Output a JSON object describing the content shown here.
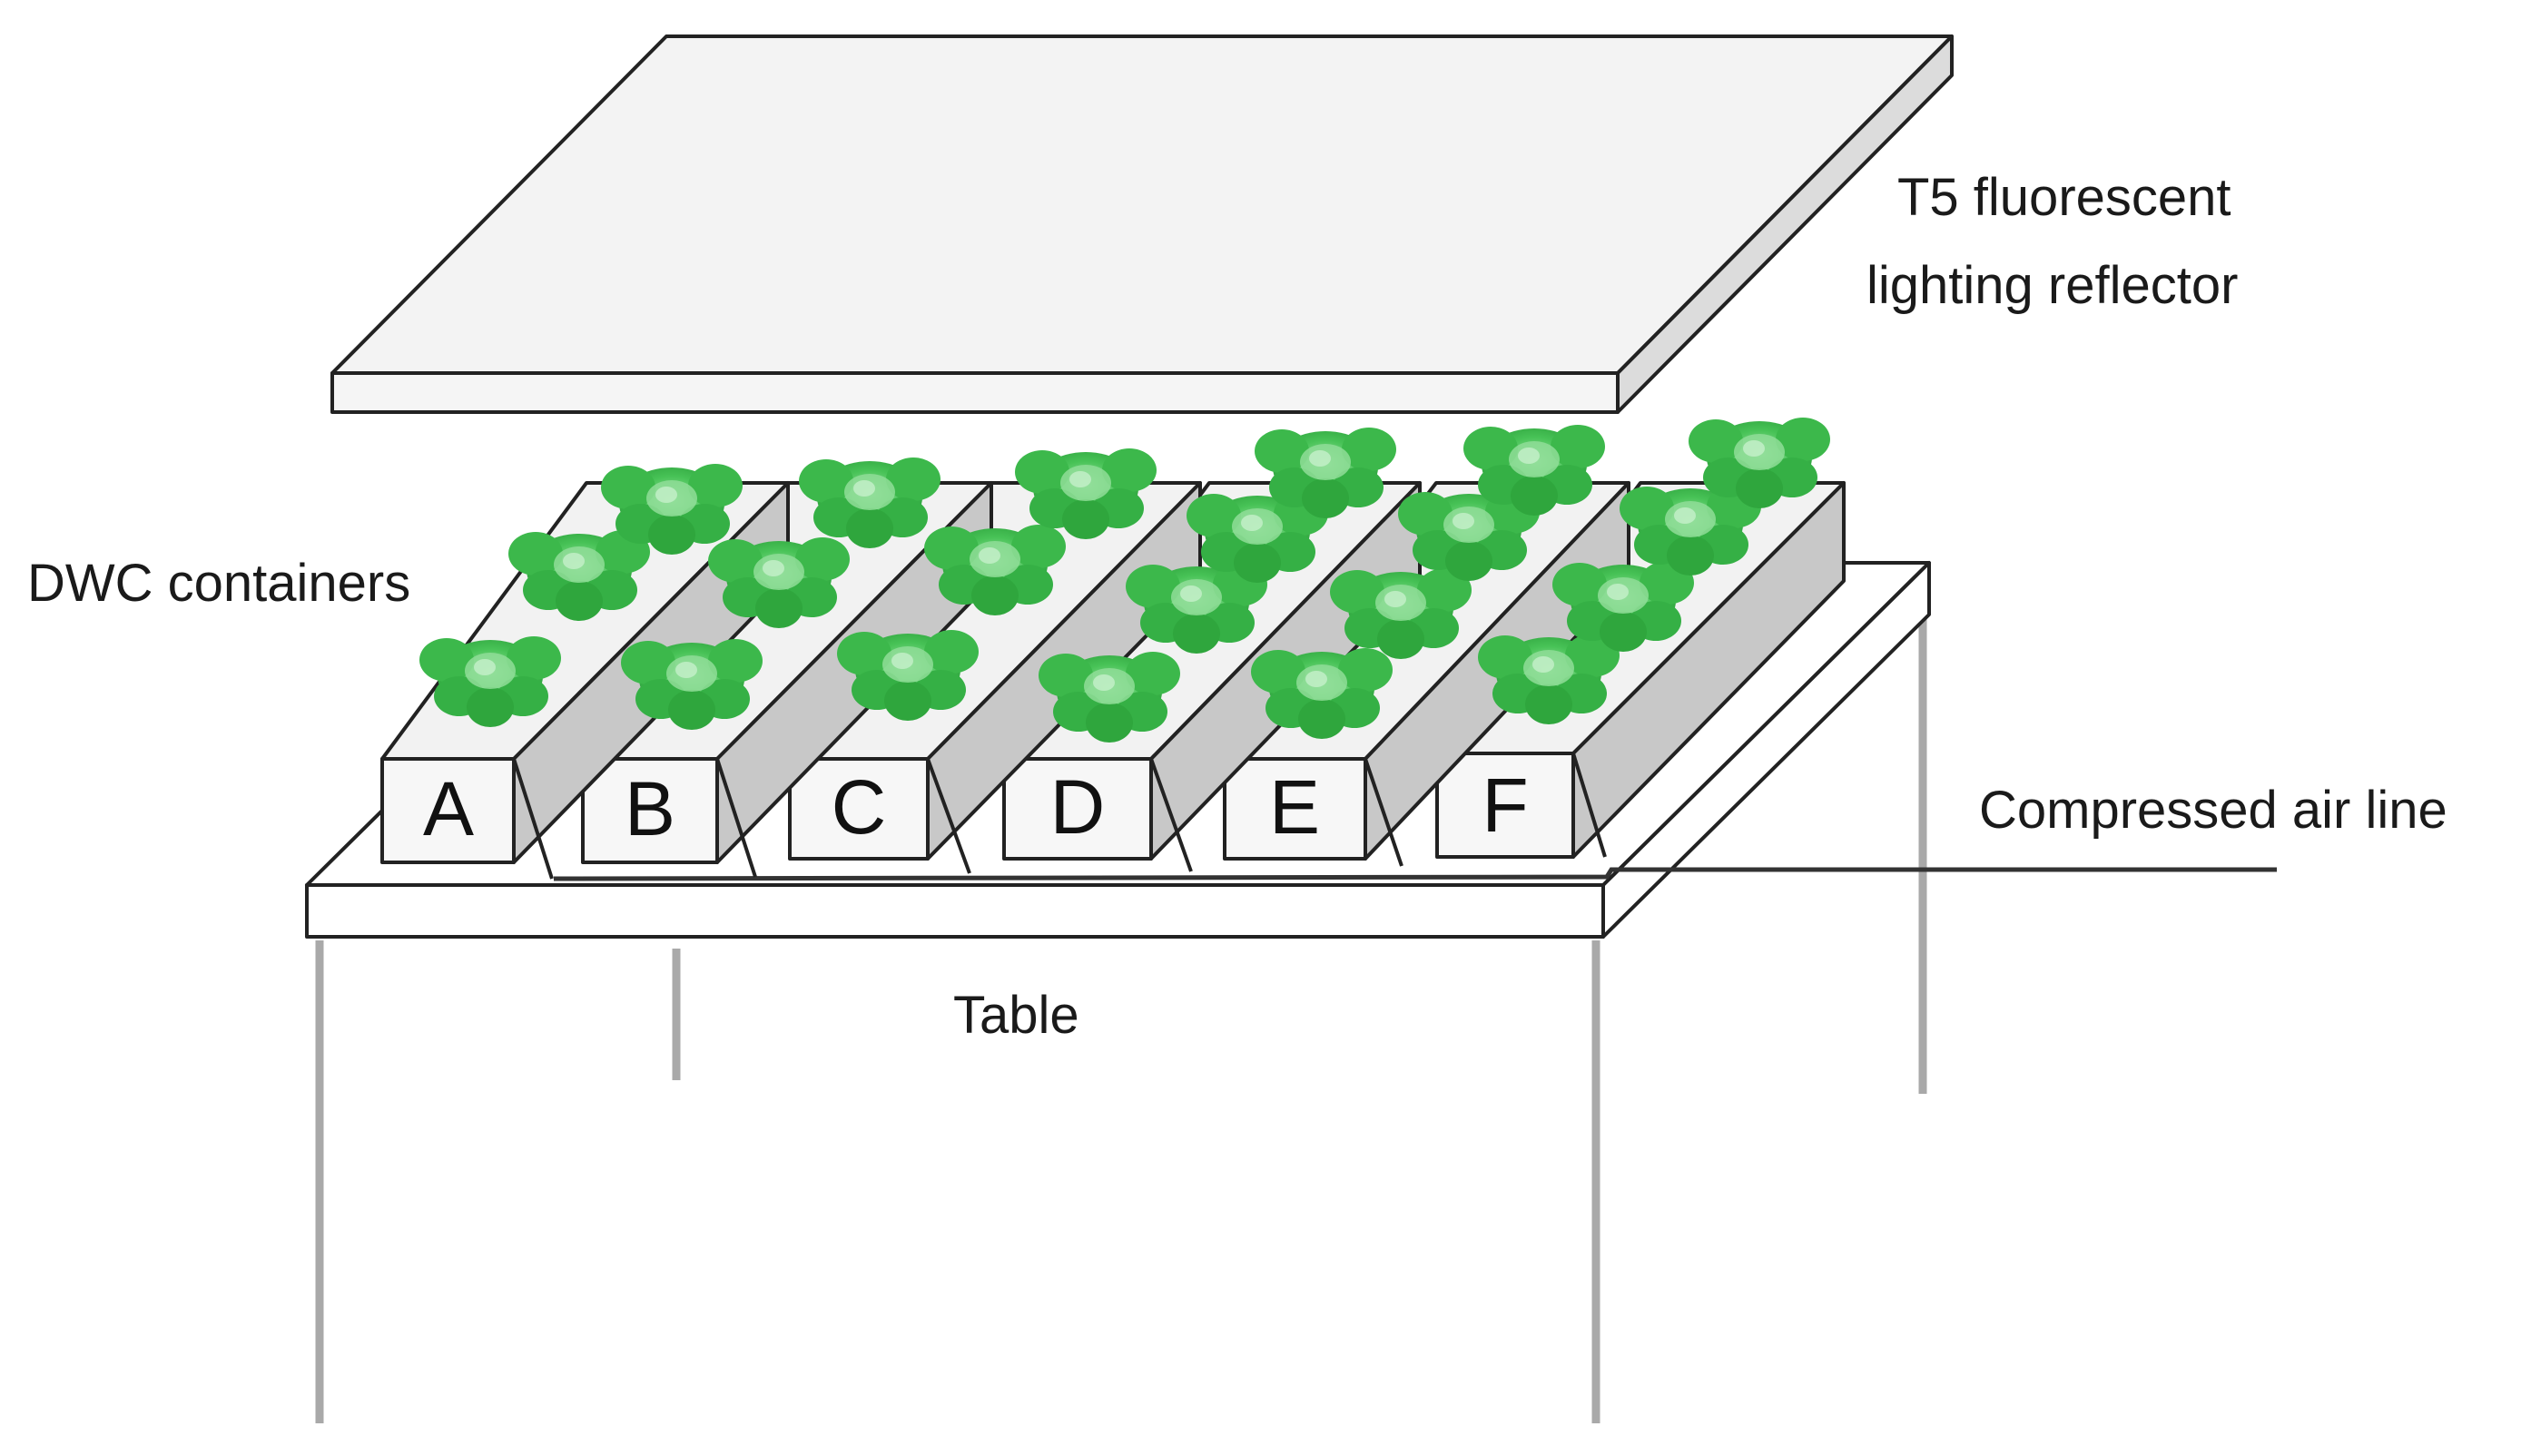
{
  "labels": {
    "reflector_line1": "T5 fluorescent",
    "reflector_line2": "lighting reflector",
    "containers": "DWC containers",
    "air_line": "Compressed air line",
    "table": "Table"
  },
  "containers": [
    {
      "letter": "A"
    },
    {
      "letter": "B"
    },
    {
      "letter": "C"
    },
    {
      "letter": "D"
    },
    {
      "letter": "E"
    },
    {
      "letter": "F"
    }
  ],
  "colors": {
    "reflector_top": "#f3f3f3",
    "reflector_side": "#dcdcdc",
    "box_top": "#f2f2f2",
    "box_side": "#c8c8c8",
    "box_front": "#f7f7f7",
    "plant_dark": "#2fae3f",
    "plant_light": "#6fd27a",
    "table_leg": "#a9a9a9",
    "outline": "#222222"
  },
  "icons": {
    "plant": "lettuce-plant-icon"
  }
}
